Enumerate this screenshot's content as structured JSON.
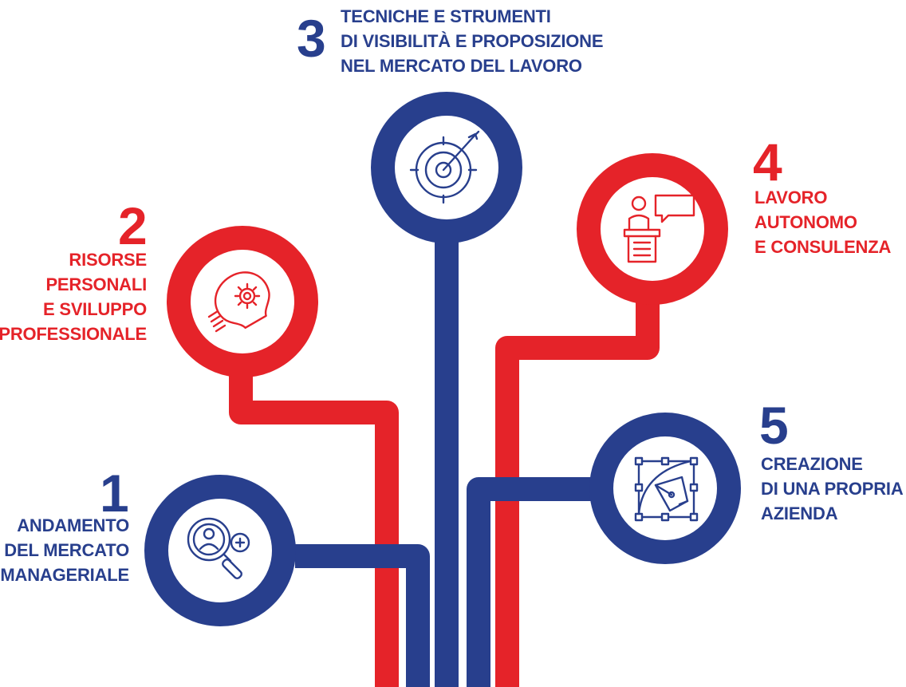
{
  "colors": {
    "blue": "#283f8d",
    "red": "#e52329",
    "white": "#ffffff"
  },
  "nodes": [
    {
      "number": "1",
      "icon": "search-person-add-icon",
      "color": "blue",
      "lines": [
        "ANDAMENTO",
        "DEL MERCATO",
        "MANAGERIALE"
      ]
    },
    {
      "number": "2",
      "icon": "lightbulb-gear-icon",
      "color": "red",
      "lines": [
        "RISORSE",
        "PERSONALI",
        "E SVILUPPO",
        "PROFESSIONALE"
      ]
    },
    {
      "number": "3",
      "icon": "target-arrow-icon",
      "color": "blue",
      "lines": [
        "TECNICHE E STRUMENTI",
        "DI VISIBILITÀ E PROPOSIZIONE",
        "NEL MERCATO DEL LAVORO"
      ]
    },
    {
      "number": "4",
      "icon": "speaker-podium-chat-icon",
      "color": "red",
      "lines": [
        "LAVORO",
        "AUTONOMO",
        "E CONSULENZA"
      ]
    },
    {
      "number": "5",
      "icon": "pen-tool-vector-icon",
      "color": "blue",
      "lines": [
        "CREAZIONE",
        "DI UNA PROPRIA",
        "AZIENDA"
      ]
    }
  ]
}
